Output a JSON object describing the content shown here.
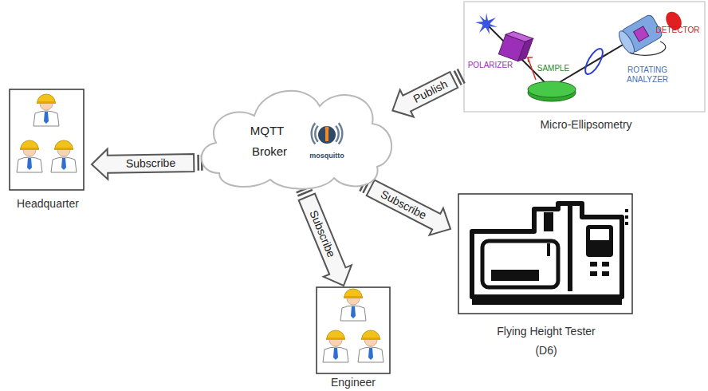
{
  "diagram": {
    "nodes": [
      {
        "text": [
          "MQTT",
          "Broker",
          "mosquitto"
        ]
      },
      {
        "text": [
          "POLARIZER",
          "SAMPLE",
          "ROTATING ANALYZER",
          "DETECTOR",
          "Micro-Ellipsometry"
        ]
      },
      {
        "text": [
          "Headquarter"
        ]
      },
      {
        "text": [
          "Flying Height Tester (D6)"
        ]
      },
      {
        "text": [
          "Engineer"
        ]
      }
    ],
    "edges": [
      {
        "from": 1,
        "to": 0,
        "label": "Publish",
        "arrow": "to"
      },
      {
        "from": 0,
        "to": 2,
        "label": "Subscribe",
        "arrow": "to"
      },
      {
        "from": 0,
        "to": 4,
        "label": "Subscribe",
        "arrow": "to"
      },
      {
        "from": 0,
        "to": 3,
        "label": "Subscribe",
        "arrow": "to"
      }
    ]
  }
}
